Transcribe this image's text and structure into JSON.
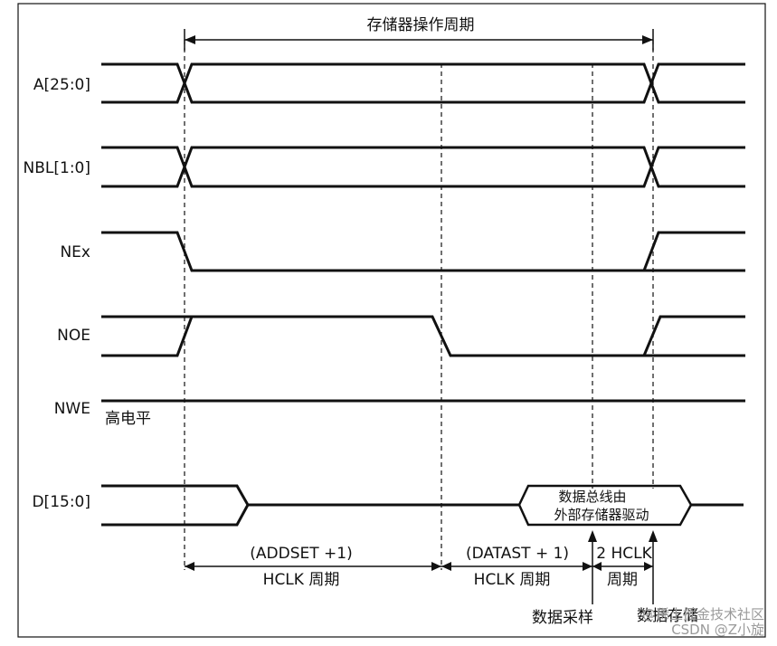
{
  "title": "存储器操作周期",
  "signals": [
    {
      "name": "A[25:0]"
    },
    {
      "name": "NBL[1:0]"
    },
    {
      "name": "NEx"
    },
    {
      "name": "NOE"
    },
    {
      "name": "NWE"
    },
    {
      "name": "D[15:0]"
    }
  ],
  "nwe_note": "高电平",
  "data_bus_note": [
    "数据总线由",
    "外部存储器驱动"
  ],
  "intervals": {
    "addset": {
      "line1": "(ADDSET +1)",
      "line2": "HCLK 周期"
    },
    "datast": {
      "line1": "(DATAST + 1)",
      "line2": "HCLK 周期"
    },
    "hclk2": {
      "line1": "2 HCLK",
      "line2": "周期"
    }
  },
  "markers": {
    "sample": "数据采样",
    "store": "数据存储"
  },
  "watermark": {
    "line1": "@稀土掘金技术社区",
    "line2": "CSDN @Z小旋"
  },
  "colors": {
    "line": "#111111",
    "background": "#ffffff",
    "watermark": "#9a9a9a"
  }
}
